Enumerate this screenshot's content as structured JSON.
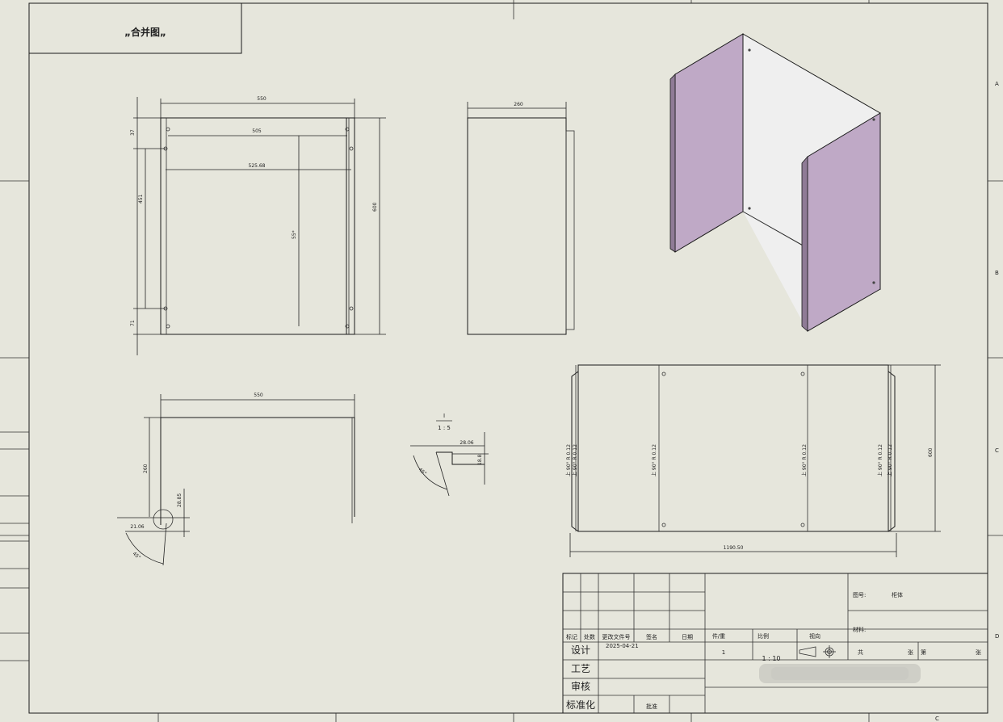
{
  "title_box": {
    "text": "„合并图„"
  },
  "zone_letters": {
    "right": [
      "A",
      "B",
      "C",
      "D"
    ],
    "bottom_right": "C"
  },
  "front_view": {
    "dims": {
      "top_width": "550",
      "inner1": "505",
      "inner2": "525.68",
      "height": "600",
      "inner_height": "55*",
      "left_top": "37",
      "left_mid": "451",
      "left_bottom": "71"
    }
  },
  "side_view": {
    "dims": {
      "width": "260"
    }
  },
  "top_view": {
    "dims": {
      "width": "550",
      "height": "260",
      "small1": "28.85",
      "small2": "21.06",
      "angle": "45°"
    }
  },
  "detail_view": {
    "label_top": "I",
    "label_bottom": "1 : 5",
    "dims": {
      "d1": "28.06",
      "d2": "18.8",
      "angle": "45°"
    }
  },
  "flat_pattern": {
    "dims": {
      "length": "1190.50",
      "height": "600"
    },
    "bend_labels": [
      "上 90° R 0.12",
      "上 90° R 0.12",
      "上 90° R 0.12",
      "上 90° R 0.12"
    ],
    "small_bend_labels": [
      "上 90° R 0.12",
      "上 90° R 0.12"
    ]
  },
  "title_block": {
    "rev_headers": [
      "标记",
      "处数",
      "更改文件号",
      "签名",
      "日期"
    ],
    "design_label": "设计",
    "design_date": "2025-04-21",
    "process_label": "工艺",
    "review_label": "审核",
    "standard_label": "标准化",
    "approve_label": "批准",
    "weight_label": "件/重",
    "scale_label": "比例",
    "view_label": "视向",
    "qty_value": "1",
    "scale_value": "1 : 10",
    "drawing_no_label": "图号:",
    "drawing_no_value": "柜体",
    "material_label": "材料:",
    "sheet_total_label": "共",
    "sheet_total_unit": "张",
    "sheet_no_label": "第",
    "sheet_no_unit": "张"
  },
  "colors": {
    "background": "#e6e6dc",
    "panel_fill": "#bfa9c6",
    "back_fill": "#efefef"
  }
}
